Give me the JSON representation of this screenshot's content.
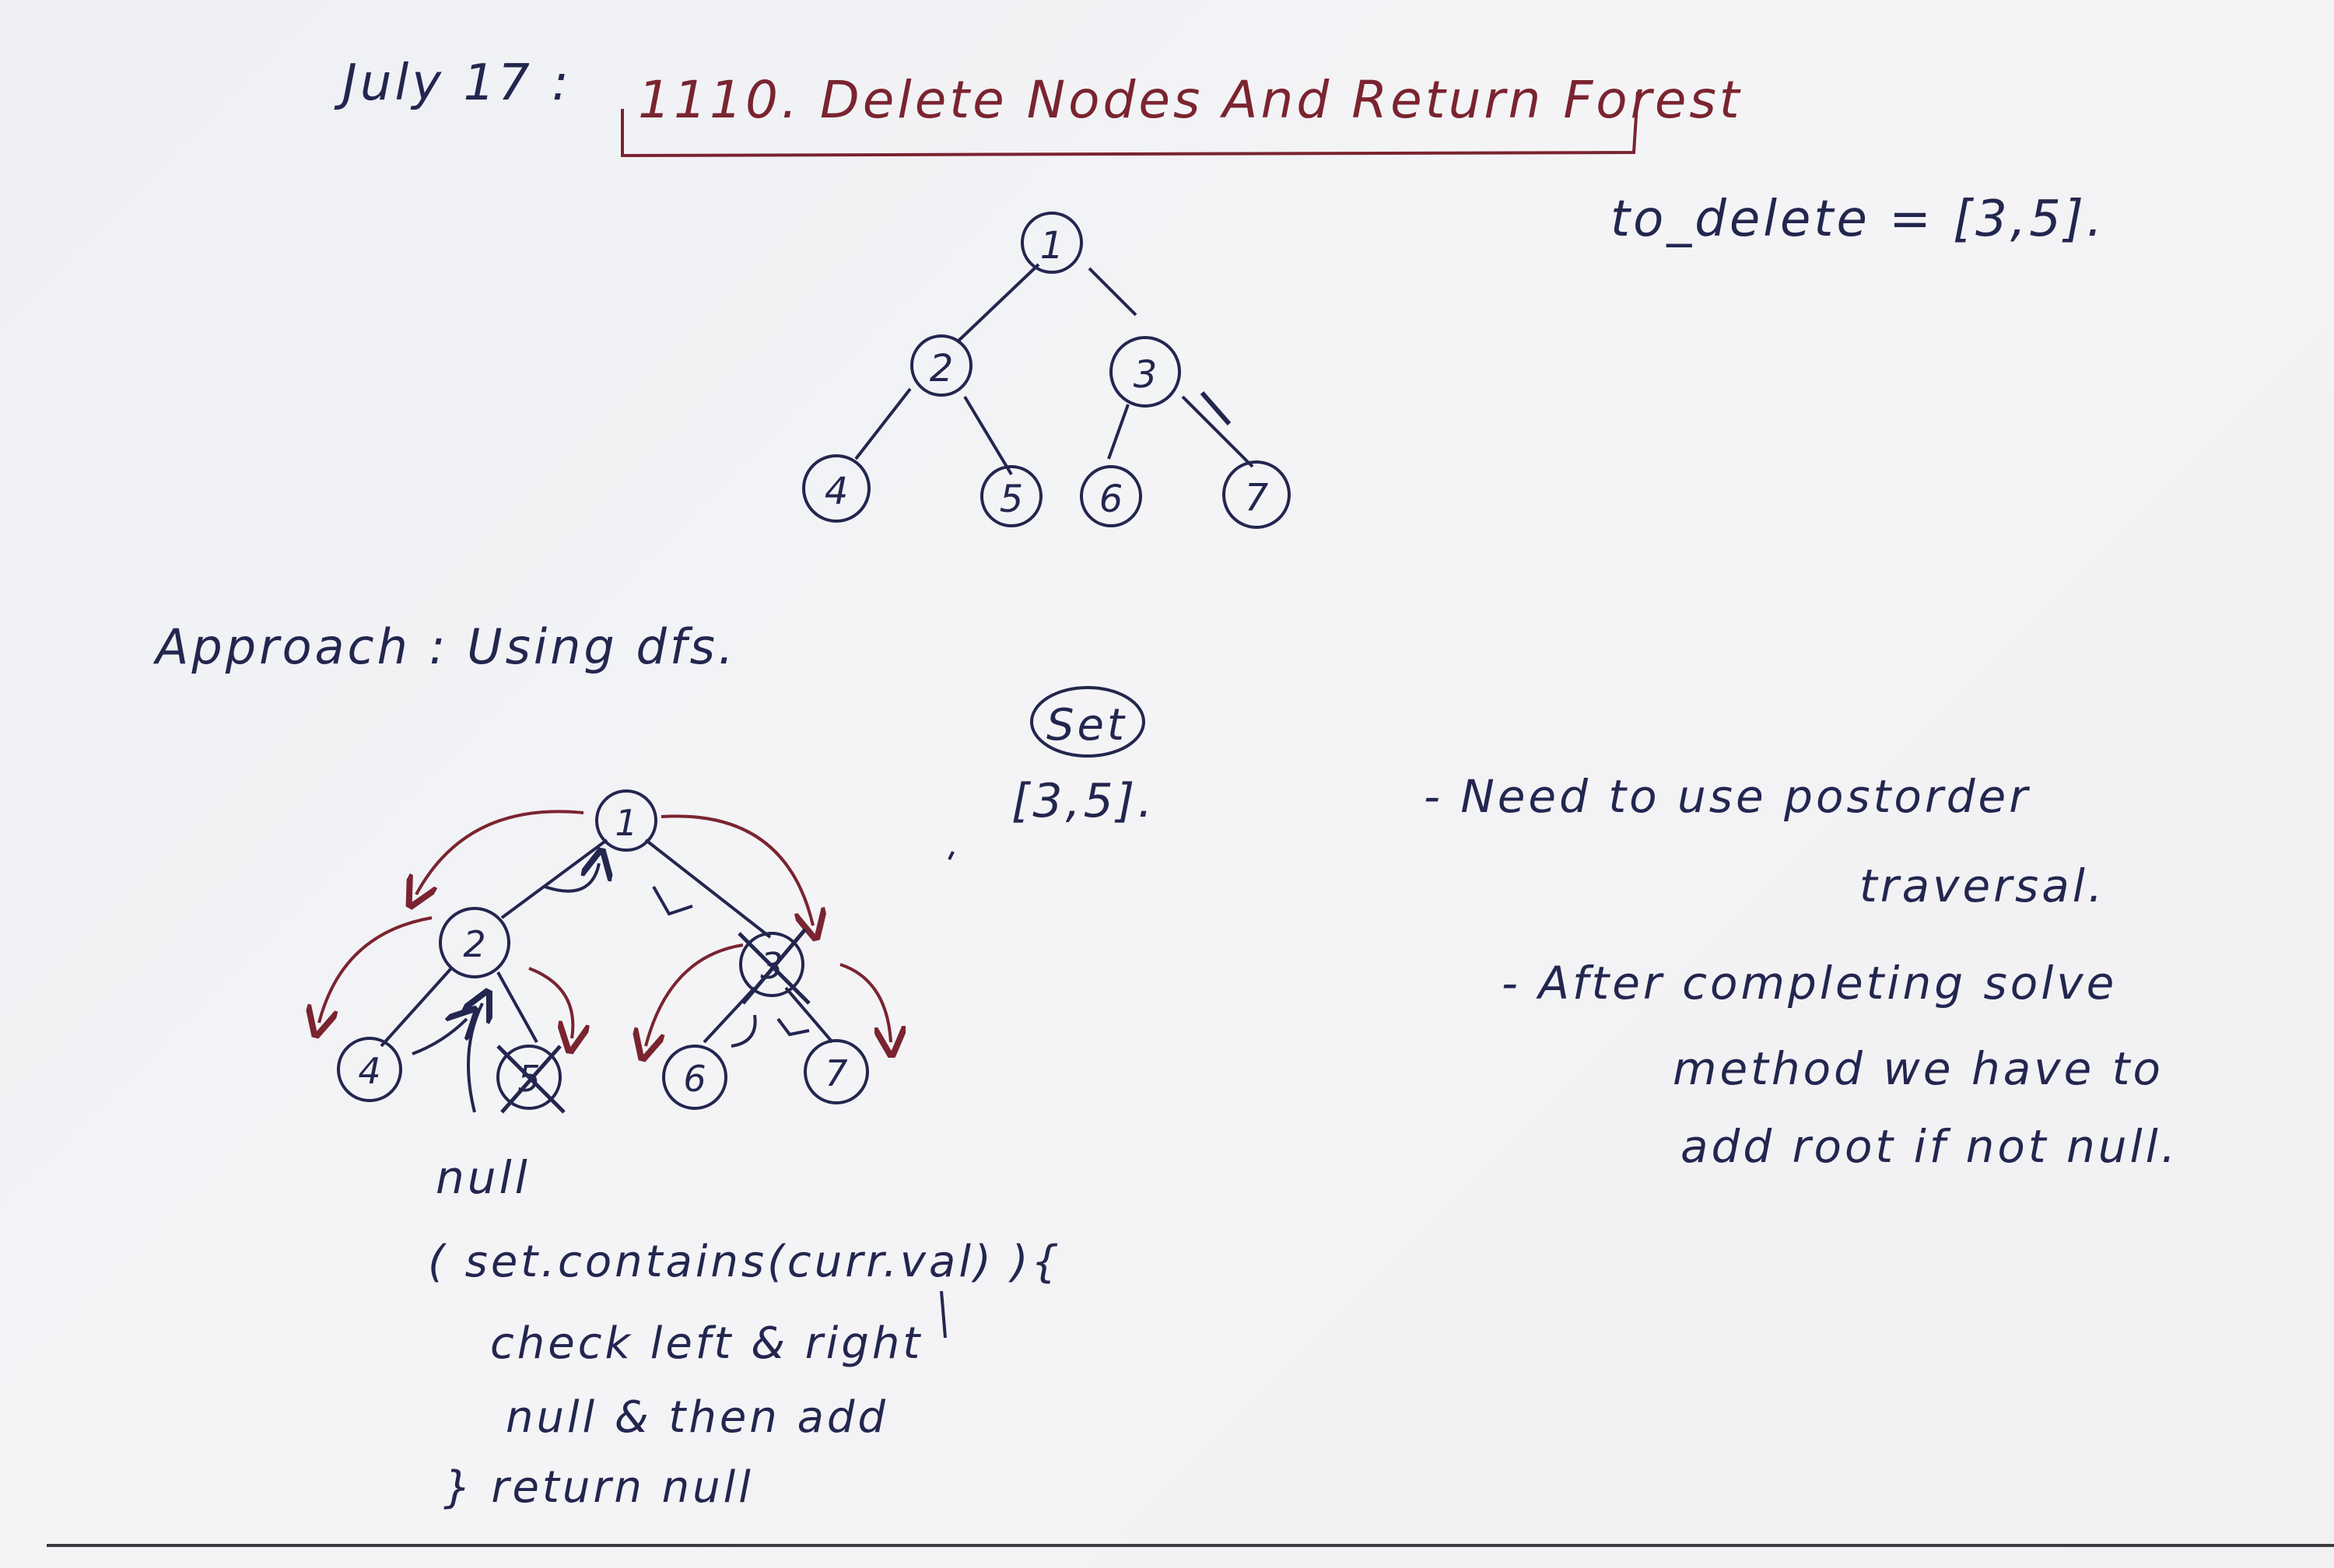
{
  "title": {
    "date": "July 17 :",
    "text": "1110. Delete Nodes And Return Forest"
  },
  "to_delete": "to_delete = [3,5].",
  "approach": "Approach : Using dfs.",
  "set": {
    "label": "Set",
    "values": "[3,5]."
  },
  "notes": {
    "postorder_line1": "- Need to use postorder",
    "postorder_line2": "traversal.",
    "after_line1": "- After completing solve",
    "after_line2": "method we have to",
    "after_line3": "add root if not null."
  },
  "code_notes": {
    "null_label": "null",
    "line1": "( set.contains(curr.val) ){",
    "line2": "check left & right",
    "line3": "null & then add",
    "line4": "} return null"
  },
  "tree_top": {
    "nodes": [
      "1",
      "2",
      "3",
      "4",
      "5",
      "6",
      "7"
    ]
  },
  "tree_bottom": {
    "nodes": [
      "1",
      "2",
      "3",
      "4",
      "5",
      "6",
      "7"
    ],
    "crossed_out": [
      "3",
      "5"
    ]
  },
  "colors": {
    "ink_blue": "#23264f",
    "ink_red": "#7a2430",
    "title_underline": "#7a2430"
  }
}
